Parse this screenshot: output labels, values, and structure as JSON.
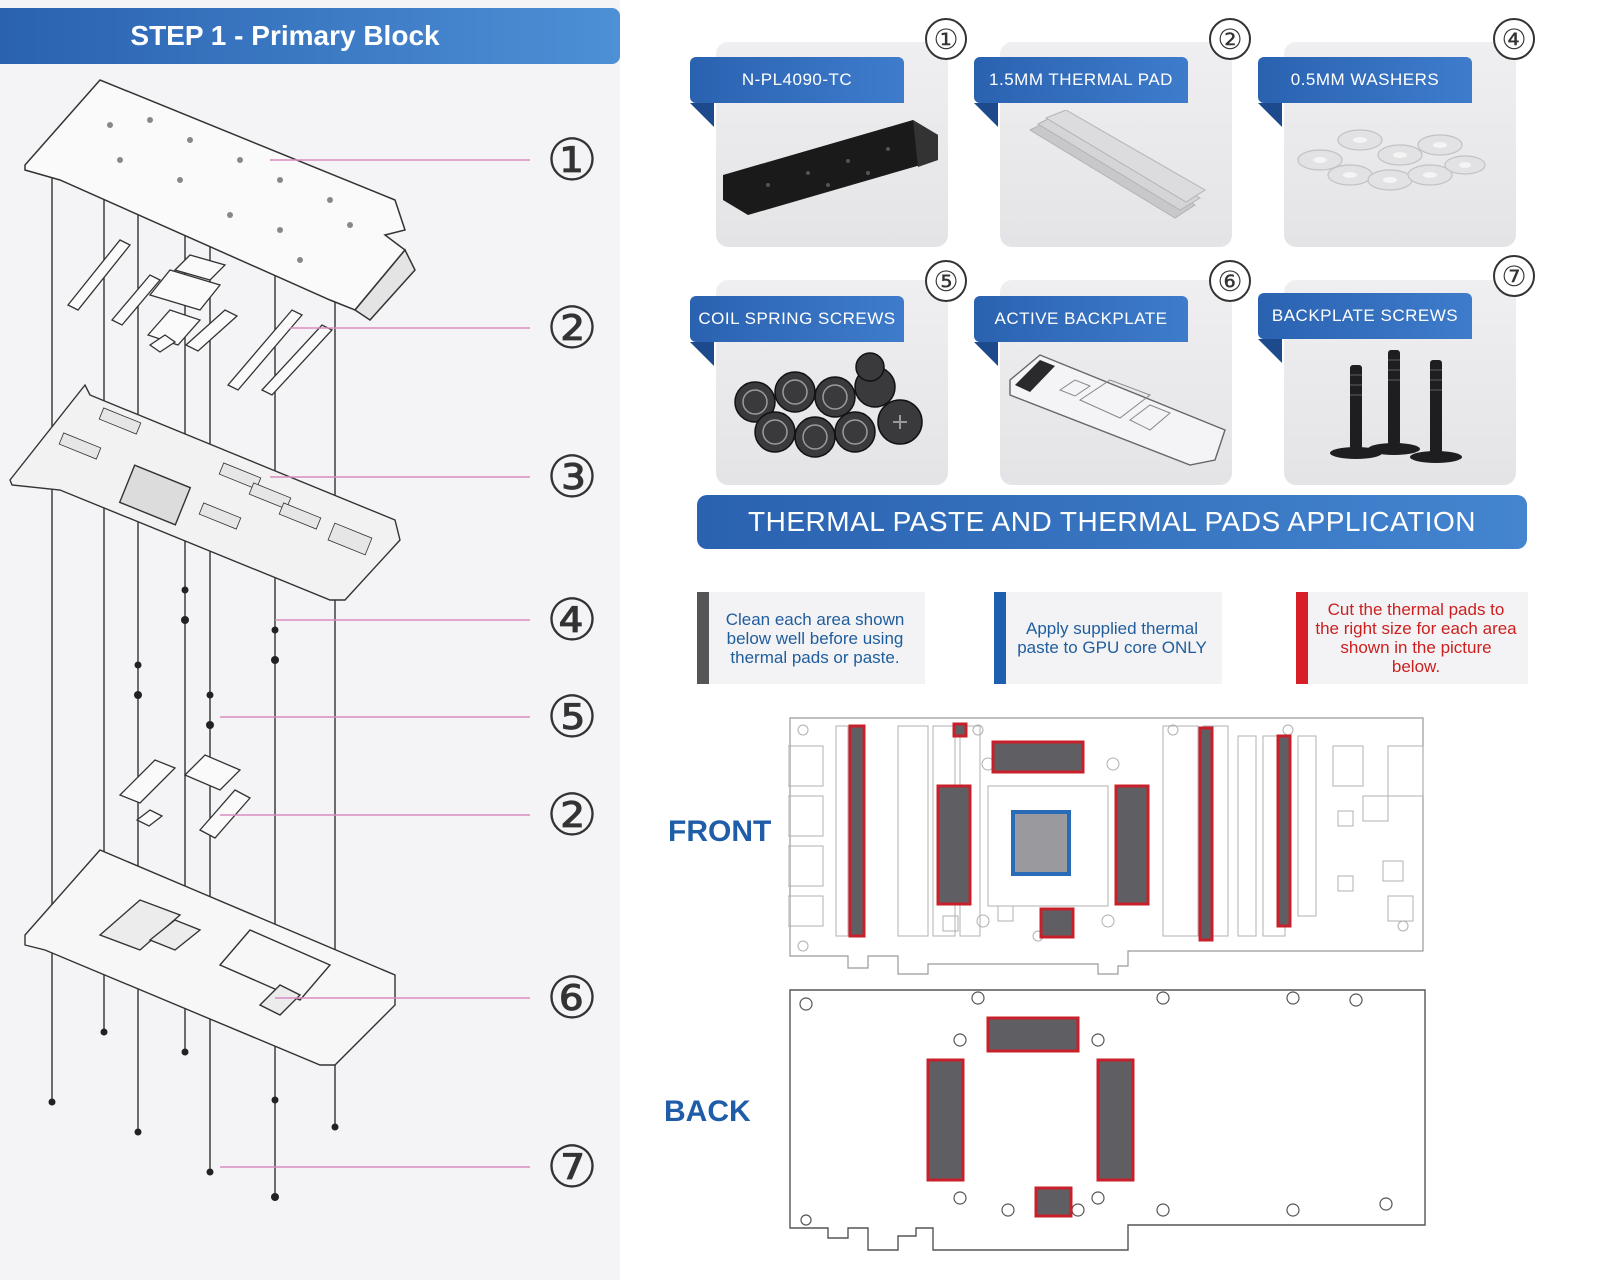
{
  "step_title": "STEP 1 - Primary Block",
  "exploded_labels": [
    "①",
    "②",
    "③",
    "④",
    "⑤",
    "②",
    "⑥",
    "⑦"
  ],
  "kit_items": [
    {
      "num": "①",
      "label": "N-PL4090-TC"
    },
    {
      "num": "②",
      "label": "1.5MM THERMAL PAD"
    },
    {
      "num": "④",
      "label": "0.5MM WASHERS"
    },
    {
      "num": "⑤",
      "label": "COIL SPRING SCREWS"
    },
    {
      "num": "⑥",
      "label": "ACTIVE BACKPLATE"
    },
    {
      "num": "⑦",
      "label": "BACKPLATE SCREWS"
    }
  ],
  "section_title": "THERMAL PASTE AND THERMAL PADS APPLICATION",
  "notes": [
    {
      "text": "Clean each area shown below well before using thermal pads or paste.",
      "color": "#1f5d9c",
      "bar": "#555555"
    },
    {
      "text": "Apply supplied thermal paste to GPU core ONLY",
      "color": "#1f5d9c",
      "bar": "#1e5fb0"
    },
    {
      "text": "Cut the thermal pads to the right size for each area shown in the picture below.",
      "color": "#cc1f1f",
      "bar": "#d71f26"
    }
  ],
  "front_label": "FRONT",
  "back_label": "BACK",
  "colors": {
    "brand_blue": "#2a62b0",
    "pad_red": "#c8202a",
    "pad_fill": "#5f5f63",
    "paste_blue": "#2a6bb8",
    "paste_fill": "#9a9a9e",
    "leader_pink": "#d98bc0"
  }
}
